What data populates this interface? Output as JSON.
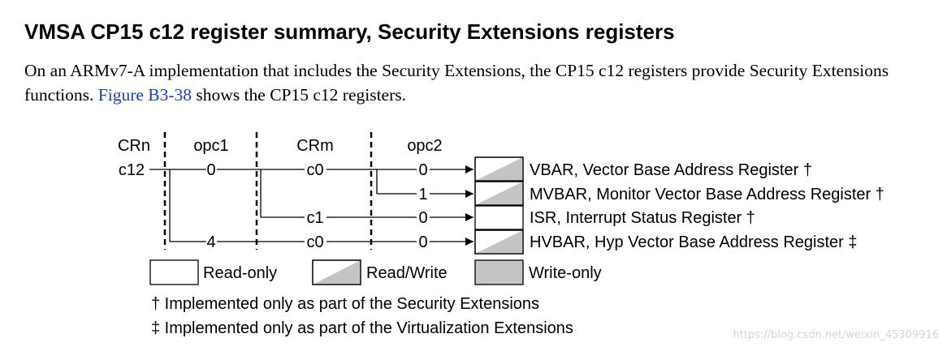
{
  "heading": "VMSA CP15 c12 register summary, Security Extensions registers",
  "intro": {
    "text_before": "On an ARMv7-A implementation that includes the Security Extensions, the CP15 c12 registers provide Security Extensions functions. ",
    "link": "Figure B3-38",
    "text_after": " shows the CP15 c12 registers."
  },
  "diagram": {
    "column_headers": {
      "crn": "CRn",
      "opc1": "opc1",
      "crm": "CRm",
      "opc2": "opc2"
    },
    "crn_value": "c12",
    "rows": [
      {
        "opc1": "0",
        "crm": "c0",
        "opc2": "0",
        "register": "VBAR, Vector Base Address Register †",
        "access": "read-write"
      },
      {
        "opc1": "",
        "crm": "",
        "opc2": "1",
        "register": "MVBAR, Monitor Vector Base Address Register †",
        "access": "read-write"
      },
      {
        "opc1": "",
        "crm": "c1",
        "opc2": "0",
        "register": "ISR, Interrupt Status Register †",
        "access": "read-only"
      },
      {
        "opc1": "4",
        "crm": "c0",
        "opc2": "0",
        "register": "HVBAR, Hyp Vector Base Address Register ‡",
        "access": "read-write"
      }
    ],
    "legend": {
      "read_only": "Read-only",
      "read_write": "Read/Write",
      "write_only": "Write-only"
    },
    "footnotes": {
      "dagger": "† Implemented only as part of the Security Extensions",
      "double_dagger": "‡ Implemented only as part of the Virtualization Extensions"
    },
    "colors": {
      "fill_gray": "#c4c4c4",
      "line": "#000000"
    }
  },
  "watermark": "https://blog.csdn.net/weixin_45309916"
}
